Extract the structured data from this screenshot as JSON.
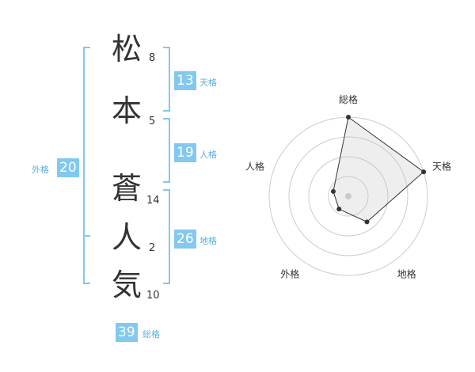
{
  "name": {
    "chars": [
      {
        "char": "松",
        "strokes": "8"
      },
      {
        "char": "本",
        "strokes": "5"
      },
      {
        "char": "蒼",
        "strokes": "14"
      },
      {
        "char": "人",
        "strokes": "2"
      },
      {
        "char": "気",
        "strokes": "10"
      }
    ]
  },
  "fortunes": {
    "tenkaku": {
      "value": "13",
      "label": "天格"
    },
    "jinkaku": {
      "value": "19",
      "label": "人格"
    },
    "chikaku": {
      "value": "26",
      "label": "地格"
    },
    "gaikaku": {
      "value": "20",
      "label": "外格"
    },
    "soukaku": {
      "value": "39",
      "label": "総格"
    }
  },
  "colors": {
    "accent": "#82c8f0",
    "text": "#333333",
    "label": "#5ab0e0"
  },
  "chart_data": {
    "type": "radar",
    "axes": [
      "総格",
      "天格",
      "地格",
      "外格",
      "人格"
    ],
    "values": [
      5,
      5,
      2,
      1,
      1
    ],
    "rmax": 5,
    "rings": 4
  }
}
